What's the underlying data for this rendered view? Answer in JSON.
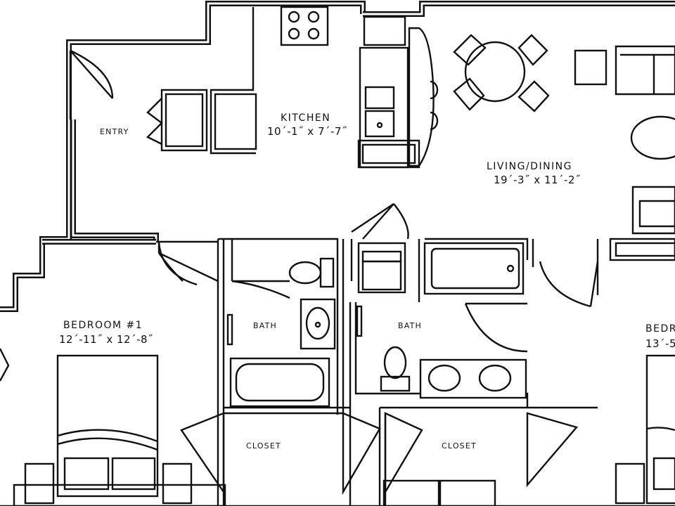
{
  "rooms": {
    "entry": {
      "label": "ENTRY"
    },
    "kitchen": {
      "label": "KITCHEN",
      "size": "10´-1˝ x 7´-7˝"
    },
    "living_dining": {
      "label": "LIVING/DINING",
      "size": "19´-3˝ x 11´-2˝"
    },
    "bedroom1": {
      "label": "BEDROOM #1",
      "size": "12´-11˝ x 12´-8˝"
    },
    "bedroom2": {
      "label": "BEDR",
      "size": "13´-5"
    },
    "bath1": {
      "label": "BATH"
    },
    "bath2": {
      "label": "BATH"
    },
    "closet1": {
      "label": "CLOSET"
    },
    "closet2": {
      "label": "CLOSET"
    }
  },
  "colors": {
    "line": "#111111",
    "background": "#ffffff"
  }
}
